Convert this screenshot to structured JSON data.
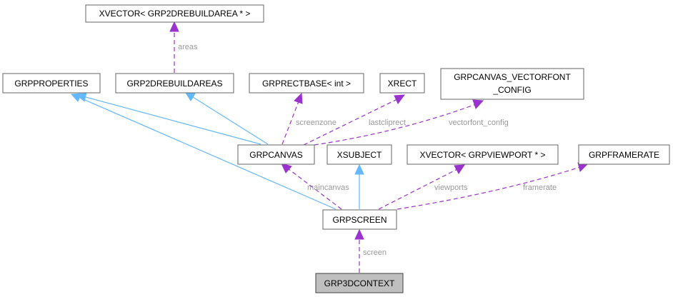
{
  "nodes": {
    "xvector_rebuild": "XVECTOR< GRP2DREBUILDAREA * >",
    "grpproperties": "GRPPROPERTIES",
    "grp2drebuildareas": "GRP2DREBUILDAREAS",
    "grprectbase": "GRPRECTBASE< int >",
    "xrect": "XRECT",
    "vectorfont_config_line1": "GRPCANVAS_VECTORFONT",
    "vectorfont_config_line2": "_CONFIG",
    "grpcanvas": "GRPCANVAS",
    "xsubject": "XSUBJECT",
    "xvector_viewport": "XVECTOR< GRPVIEWPORT * >",
    "grpframerate": "GRPFRAMERATE",
    "grpscreen": "GRPSCREEN",
    "grp3dcontext": "GRP3DCONTEXT"
  },
  "edges": {
    "areas": "areas",
    "screenzone": "screenzone",
    "lastcliprect": "lastcliprect",
    "vectorfont_config": "vectorfont_config",
    "maincanvas": "maincanvas",
    "viewports": "viewports",
    "framerate": "framerate",
    "screen": "screen"
  },
  "colors": {
    "inheritance": "#63b8ff",
    "usage": "#9a32cd",
    "active_node": "#bfbfbf"
  }
}
